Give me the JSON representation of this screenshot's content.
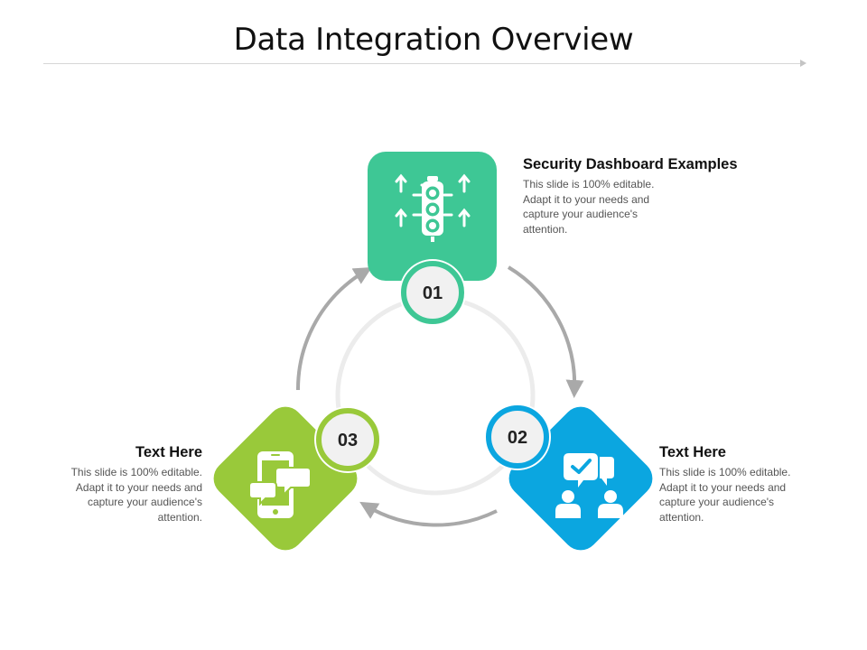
{
  "slide": {
    "title": "Data Integration Overview"
  },
  "steps": [
    {
      "number": "01",
      "heading": "Security Dashboard Examples",
      "text": "This slide is 100% editable. Adapt it to your needs and capture your audience's attention.",
      "color": "#3ec795",
      "icon": "traffic-light-icon"
    },
    {
      "number": "02",
      "heading": "Text Here",
      "text": "This slide is 100% editable. Adapt it to your needs and capture your audience's attention.",
      "color": "#0ba6e0",
      "icon": "people-chat-approval-icon"
    },
    {
      "number": "03",
      "heading": "Text Here",
      "text": "This slide is 100% editable. Adapt it to your needs and capture your audience's attention.",
      "color": "#99c93a",
      "icon": "phone-chat-icon"
    }
  ]
}
